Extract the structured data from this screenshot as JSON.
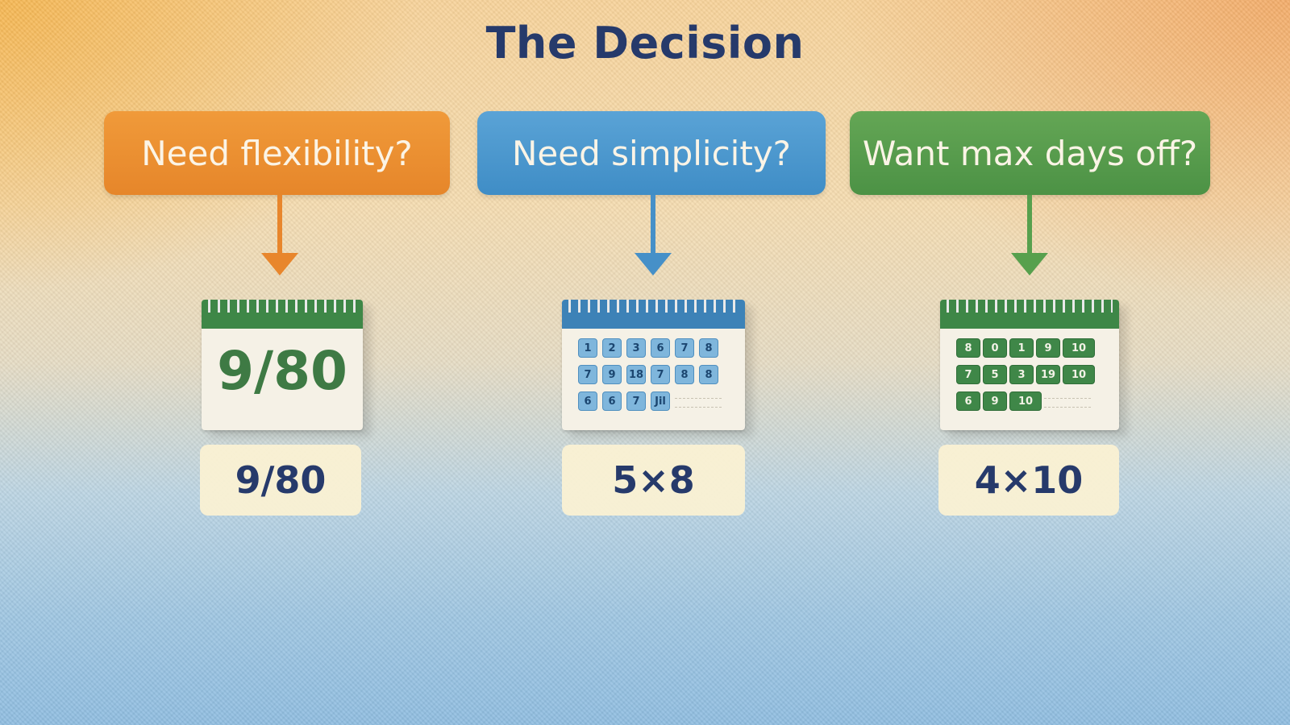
{
  "title": "The Decision",
  "columns": [
    {
      "question": "Need flexibility?",
      "color": "#e88c2f",
      "calendar_text": "9/80",
      "answer": "9/80"
    },
    {
      "question": "Need simplicity?",
      "color": "#4693c9",
      "calendar_rows": [
        [
          "1",
          "2",
          "3",
          "6",
          "7",
          "8"
        ],
        [
          "7",
          "9",
          "18",
          "7",
          "8",
          "8"
        ],
        [
          "6",
          "6",
          "7",
          "Jil"
        ]
      ],
      "answer": "5×8"
    },
    {
      "question": "Want max days off?",
      "color": "#529848",
      "calendar_rows": [
        [
          "8",
          "0",
          "1",
          "9",
          "10"
        ],
        [
          "7",
          "5",
          "3",
          "19",
          "10"
        ],
        [
          "6",
          "9",
          "10"
        ]
      ],
      "answer": "4×10"
    }
  ]
}
